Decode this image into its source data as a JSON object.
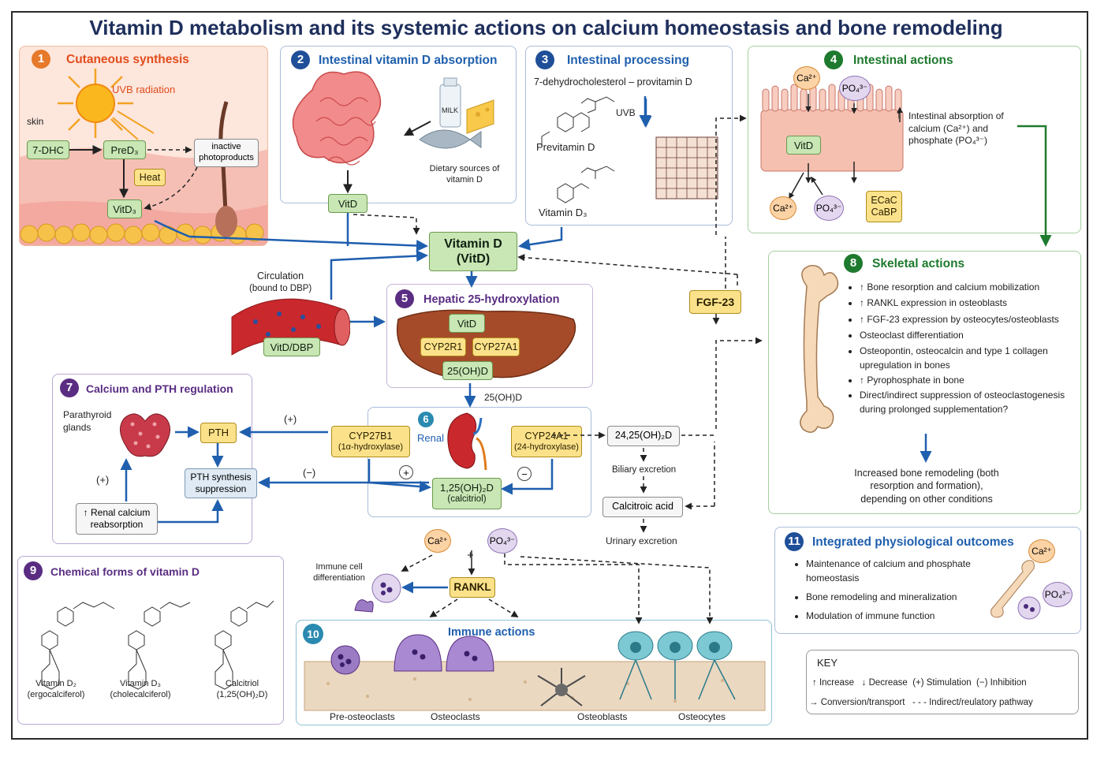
{
  "title": "Vitamin D metabolism and its systemic actions on calcium homeostasis and bone remodeling",
  "colors": {
    "blue": "#1f5fae",
    "green": "#1e7a2e",
    "orange": "#e07a1a",
    "purple": "#5a2d82"
  },
  "p1": {
    "num": "1",
    "title": "Cutaneous synthesis",
    "uvb": "UVB radiation",
    "skin": "skin",
    "dhc": "7-DHC",
    "pred": "PreD₃",
    "inactive": "inactive photoproducts",
    "heat": "Heat",
    "vitd3": "VitD₃"
  },
  "p2": {
    "num": "2",
    "title": "Intestinal vitamin D absorption",
    "milk": "MILK",
    "dietary": "Dietary sources of vitamin D",
    "vitd": "VitD"
  },
  "p3": {
    "num": "3",
    "title": "Intestinal processing",
    "dhc": "7-dehydrocholesterol – provitamin D",
    "uvb": "UVB",
    "previt": "Previtamin D",
    "vitd3": "Vitamin D₃"
  },
  "p4": {
    "num": "4",
    "title": "Intestinal actions",
    "ca": "Ca²⁺",
    "po": "PO₄³⁻",
    "vitd": "VitD",
    "absorption": "Intestinal absorption of calcium (Ca²⁺) and phosphate (PO₄³⁻)",
    "ecac": "ECaC",
    "cabp": "CaBP"
  },
  "center": {
    "vitd_line1": "Vitamin D",
    "vitd_line2": "(VitD)",
    "circulation": "Circulation",
    "bound": "(bound to DBP)",
    "vitddbp": "VitD/DBP",
    "fgf23": "FGF-23"
  },
  "p5": {
    "num": "5",
    "title": "Hepatic 25-hydroxylation",
    "vitd": "VitD",
    "cyp2r1": "CYP2R1",
    "cyp27a1": "CYP27A1",
    "ohd": "25(OH)D",
    "ohd_label": "25(OH)D"
  },
  "p6": {
    "num": "6",
    "renal": "Renal",
    "cyp27b1": "CYP27B1",
    "cyp27b1_sub": "(1α-hydroxylase)",
    "cyp24a1": "CYP24A1",
    "cyp24a1_sub": "(24-hydroxylase)",
    "calcitriol": "1,25(OH)₂D",
    "calcitriol_sub": "(calcitriol)",
    "plus": "+",
    "minus": "−"
  },
  "excretion": {
    "dihydroxy": "24,25(OH)₂D",
    "biliary": "Biliary excretion",
    "calcitroic": "Calcitroic acid",
    "urinary": "Urinary excretion"
  },
  "p7": {
    "num": "7",
    "title": "Calcium and PTH regulation",
    "glands": "Parathyroid glands",
    "pth": "PTH",
    "pos": "(+)",
    "neg": "(−)",
    "pos2": "(+)",
    "supp": "PTH synthesis suppression",
    "renal": "Renal calcium reabsorption",
    "arrow_up": "↑"
  },
  "p8": {
    "num": "8",
    "title": "Skeletal actions",
    "items": [
      "↑ Bone resorption and calcium mobilization",
      "↑ RANKL expression in osteoblasts",
      "↑ FGF-23 expression by osteocytes/osteoblasts",
      "Osteoclast differentiation",
      "Osteopontin, osteocalcin and type 1 collagen upregulation in bones",
      "↑ Pyrophosphate in bone",
      "Direct/indirect suppression of osteoclastogenesis during prolonged supplementation?"
    ],
    "remodel": "Increased bone remodeling (both resorption and formation), depending on other conditions"
  },
  "p9": {
    "num": "9",
    "title": "Chemical forms of vitamin D",
    "d2": "Vitamin D₂",
    "d2_sub": "(ergocalciferol)",
    "d3": "Vitamin D₃",
    "d3_sub": "(cholecalciferol)",
    "cal": "Calcitriol",
    "cal_sub": "(1,25(OH)₂D)"
  },
  "p10": {
    "num": "10",
    "title": "Immune actions",
    "ca": "Ca²⁺",
    "po": "PO₄³⁻",
    "plus": "+",
    "rankl": "RANKL",
    "immune": "Immune cell differentiation",
    "pre": "Pre-osteoclasts",
    "ocl": "Osteoclasts",
    "obl": "Osteoblasts",
    "ocy": "Osteocytes"
  },
  "p11": {
    "num": "11",
    "title": "Integrated physiological outcomes",
    "items": [
      "Maintenance of calcium and phosphate homeostasis",
      "Bone remodeling and mineralization",
      "Modulation of immune function"
    ],
    "ca": "Ca²⁺",
    "po": "PO₄³⁻"
  },
  "key": {
    "title": "KEY",
    "row1": "↑ Increase   ↓ Decrease  (+) Stimulation  (−) Inhibition",
    "row2": "→ Conversion/transport   - - - Indirect/reulatory pathway"
  }
}
